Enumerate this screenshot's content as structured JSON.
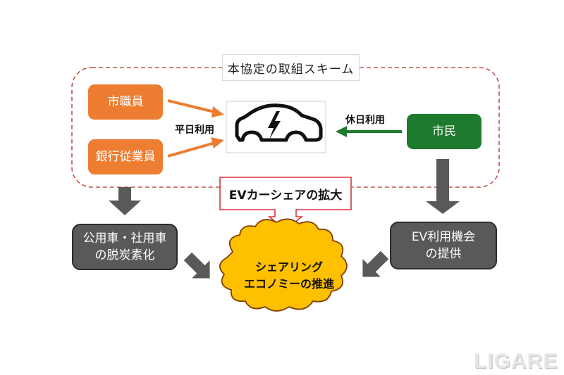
{
  "scheme": {
    "title": "本協定の取組スキーム"
  },
  "users": {
    "city_staff": "市職員",
    "bank_staff": "銀行従業員",
    "citizens": "市民"
  },
  "usage": {
    "weekday": "平日利用",
    "holiday": "休日利用"
  },
  "ev_car_icon": "ev-car-icon",
  "expansion_label": "EVカーシェアの拡大",
  "outcomes": {
    "decarbonization": [
      "公用車・社用車",
      "の脱炭素化"
    ],
    "ev_opportunity": [
      "EV利用機会",
      "の提供"
    ]
  },
  "cloud": {
    "lines": [
      "シェアリング",
      "エコノミーの推進"
    ]
  },
  "watermark": "LIGARE",
  "colors": {
    "orange": "#ed7d31",
    "green": "#1e7a2c",
    "gray": "#595959",
    "dashed_border": "#c0504d",
    "callout_border": "#d9363e",
    "cloud_fill": "#ffc000",
    "cloud_stroke": "#7f3f00"
  }
}
